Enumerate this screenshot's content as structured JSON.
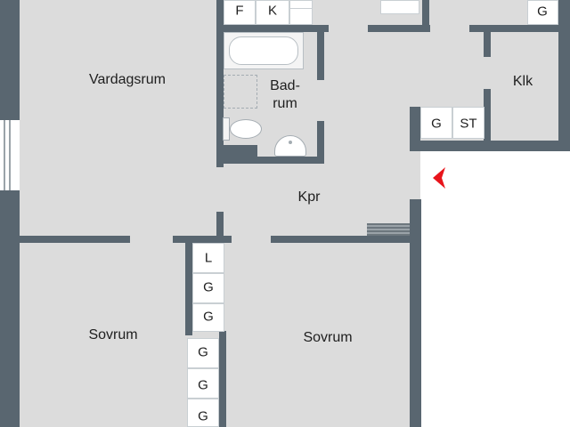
{
  "rooms": {
    "vardagsrum": "Vardagsrum",
    "badrum_line1": "Bad-",
    "badrum_line2": "rum",
    "klk": "Klk",
    "kpr": "Kpr",
    "sovrum_left": "Sovrum",
    "sovrum_right": "Sovrum"
  },
  "closets": {
    "bath_f": "F",
    "bath_k": "K",
    "kitchen_g_top": "G",
    "hall_g": "G",
    "hall_st": "ST",
    "corridor_l": "L",
    "corridor_g1": "G",
    "corridor_g2": "G",
    "bedroom_g1": "G",
    "bedroom_g2": "G",
    "bedroom_g3": "G"
  },
  "colors": {
    "wall": "#596670",
    "floor": "#dcdcdc",
    "entrance_arrow": "#e8141b"
  },
  "icons": {
    "entrance": "entrance-arrow-icon",
    "window": "window-icon",
    "bathtub": "bathtub-icon",
    "toilet": "toilet-icon",
    "sink": "sink-icon",
    "radiator": "radiator-icon"
  }
}
